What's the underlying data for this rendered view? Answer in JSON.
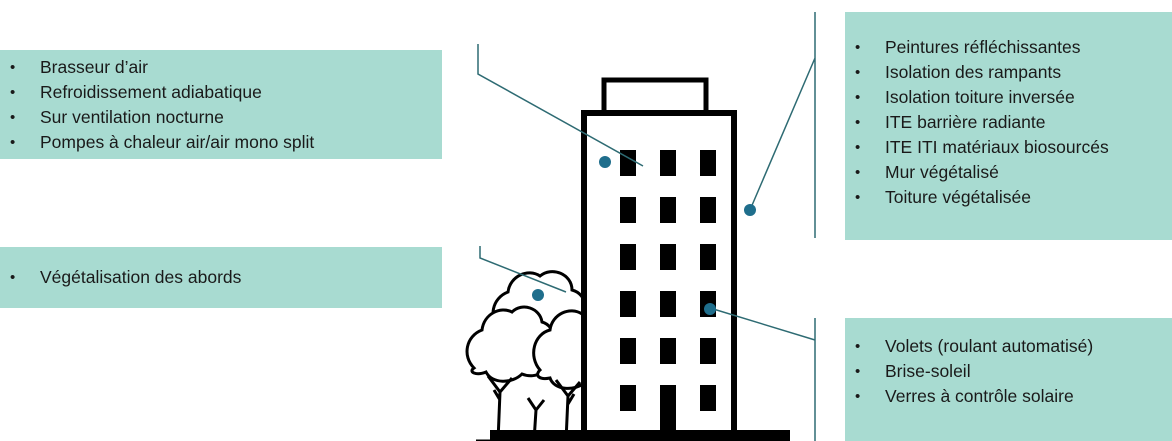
{
  "boxes": {
    "cooling": {
      "items": [
        "Brasseur d’air",
        "Refroidissement adiabatique",
        "Sur ventilation nocturne",
        "Pompes à chaleur air/air mono split"
      ]
    },
    "greening": {
      "items": [
        "Végétalisation des abords"
      ]
    },
    "envelope": {
      "items": [
        "Peintures réfléchissantes",
        "Isolation des rampants",
        "Isolation toiture inversée",
        "ITE barrière radiante",
        "ITE ITI matériaux biosourcés",
        "Mur végétalisé",
        "Toiture végétalisée"
      ]
    },
    "solar": {
      "items": [
        "Volets (roulant automatisé)",
        "Brise-soleil",
        "Verres à contrôle solaire"
      ]
    }
  },
  "bullet_symbol": "•",
  "colors": {
    "box_fill": "#a8dbd1",
    "connector_line": "#2e6b73",
    "marker_dot": "#1f6e8c",
    "building": "#000000"
  },
  "icons": [
    "building-icon",
    "trees-icon"
  ]
}
